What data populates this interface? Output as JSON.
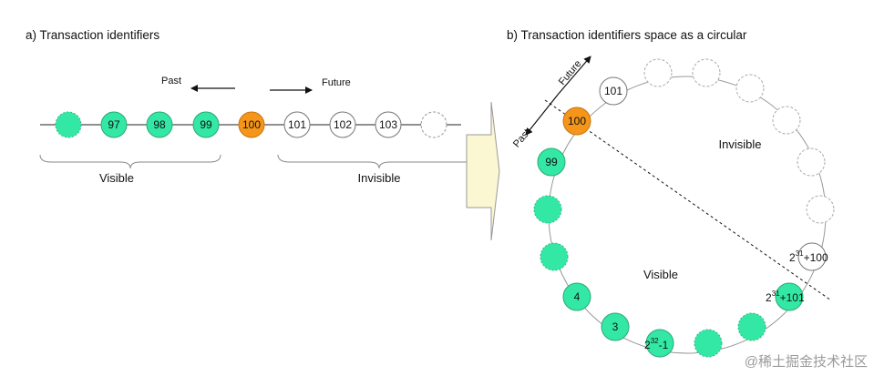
{
  "panel_a": {
    "title": "a)  Transaction identifiers",
    "past_label": "Past",
    "future_label": "Future",
    "visible_label": "Visible",
    "invisible_label": "Invisible",
    "nodes": [
      "",
      "97",
      "98",
      "99",
      "100",
      "101",
      "102",
      "103",
      ""
    ]
  },
  "panel_b": {
    "title": "b)   Transaction identifiers space as a circular",
    "past_label": "Past",
    "future_label": "Future",
    "visible_label": "Visible",
    "invisible_label": "Invisible",
    "node_100": "100",
    "node_101": "101",
    "node_99": "99",
    "node_4": "4",
    "node_3": "3",
    "node_2_32_base": "2",
    "node_2_32_exp": "32",
    "node_2_32_rest": "-1",
    "node_2_31_100_base": "2",
    "node_2_31_100_exp": "31",
    "node_2_31_100_rest": "+100",
    "node_2_31_101_base": "2",
    "node_2_31_101_exp": "31",
    "node_2_31_101_rest": "+101"
  },
  "watermark": "@稀土掘金技术社区",
  "colors": {
    "visible": "#33e8a5",
    "current": "#f5961b",
    "invisible": "#ffffff",
    "arrow_fill": "#fbf7d2"
  }
}
